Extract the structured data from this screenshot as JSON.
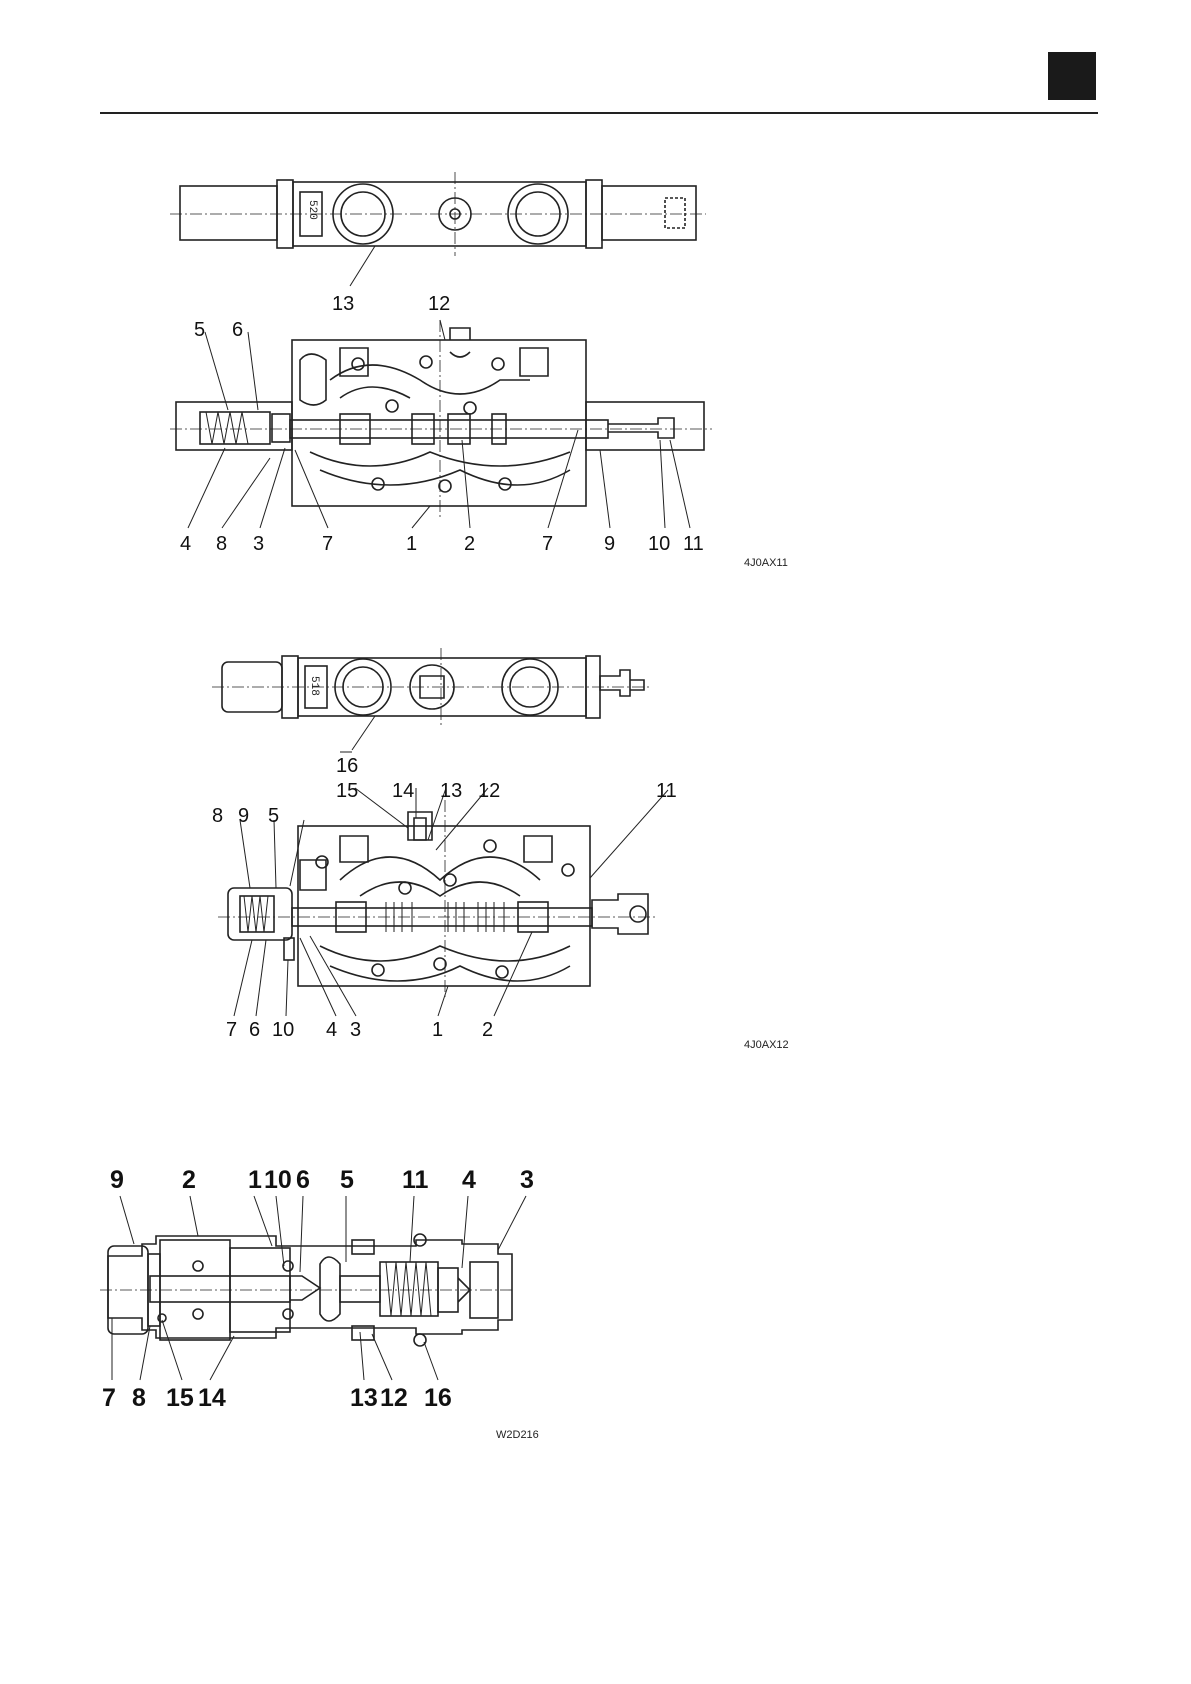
{
  "figure1": {
    "code": "4J0AX11",
    "stamp": "520",
    "labels_top": [
      "13",
      "12"
    ],
    "labels_upper": [
      "5",
      "6"
    ],
    "labels_bottom": [
      "4",
      "8",
      "3",
      "7",
      "1",
      "2",
      "7",
      "9",
      "10",
      "11"
    ]
  },
  "figure2": {
    "code": "4J0AX12",
    "stamp": "518",
    "labels_top": [
      "16"
    ],
    "labels_upper": [
      "15",
      "14",
      "13",
      "12",
      "11"
    ],
    "labels_left": [
      "8",
      "9",
      "5"
    ],
    "labels_bottom": [
      "7",
      "6",
      "10",
      "4",
      "3",
      "1",
      "2"
    ]
  },
  "figure3": {
    "code": "W2D216",
    "labels_top": [
      "9",
      "2",
      "1",
      "10",
      "6",
      "5",
      "11",
      "4",
      "3"
    ],
    "labels_bottom": [
      "7",
      "8",
      "15",
      "14",
      "13",
      "12",
      "16"
    ]
  }
}
